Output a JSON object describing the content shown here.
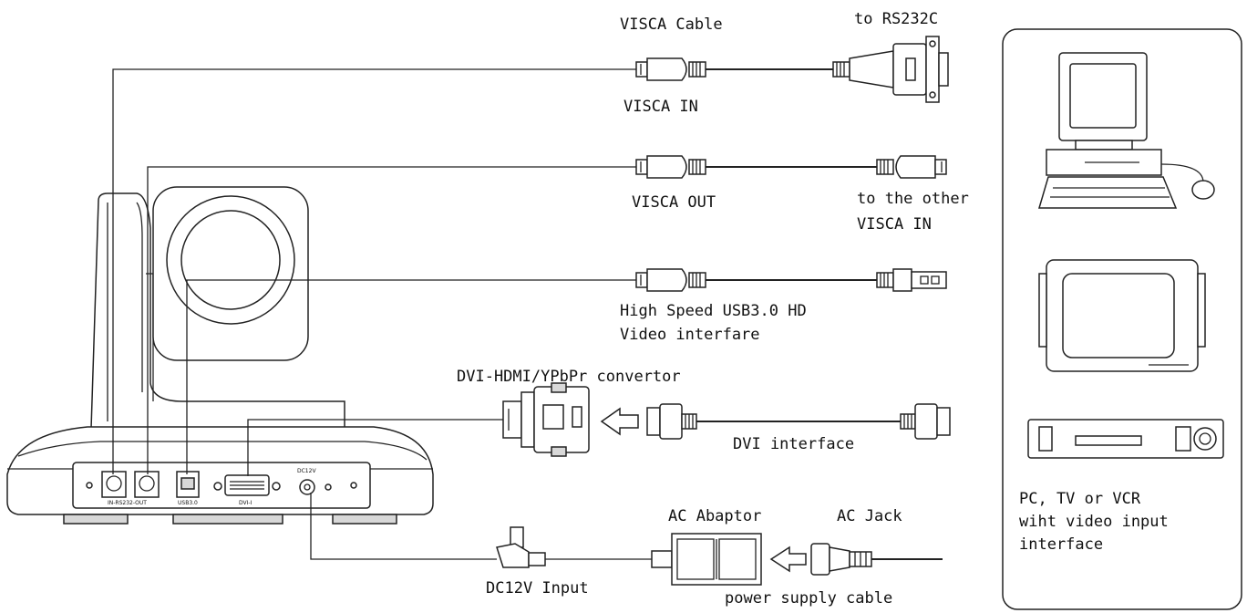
{
  "labels": {
    "visca_cable": "VISCA Cable",
    "to_rs232c": "to RS232C",
    "visca_in": "VISCA IN",
    "visca_out": "VISCA OUT",
    "to_other_1": "to the other",
    "to_other_2": "VISCA IN",
    "usb_1": "High Speed USB3.0 HD",
    "usb_2": "Video interfare",
    "dvi_convertor": "DVI-HDMI/YPbPr convertor",
    "dvi_interface": "DVI interface",
    "ac_adaptor": "AC Abaptor",
    "ac_jack": "AC Jack",
    "dc_input": "DC12V Input",
    "power_cable": "power supply cable",
    "devices_1": "PC, TV or VCR",
    "devices_2": "wiht video input",
    "devices_3": "interface"
  },
  "panel_ports": {
    "rs232_in": "IN-RS232-OUT",
    "usb": "USB3.0",
    "dvi": "DVI-I",
    "dc": "DC12V"
  }
}
